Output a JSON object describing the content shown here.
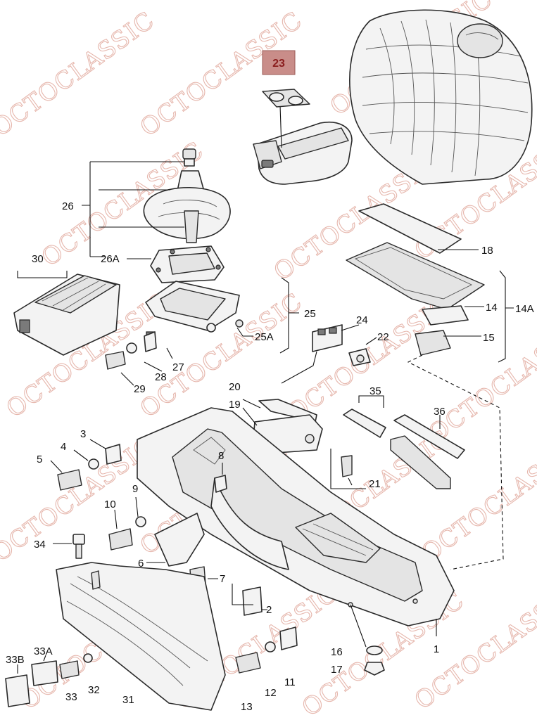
{
  "watermark": "OCTOCLASSIC",
  "highlighted_part": "23",
  "callouts": [
    "1",
    "2",
    "3",
    "4",
    "5",
    "6",
    "7",
    "8",
    "9",
    "10",
    "11",
    "12",
    "13",
    "14",
    "14A",
    "15",
    "16",
    "17",
    "18",
    "19",
    "20",
    "21",
    "22",
    "24",
    "25",
    "25A",
    "26",
    "26A",
    "27",
    "28",
    "29",
    "30",
    "31",
    "32",
    "33",
    "33A",
    "33B",
    "34",
    "35",
    "36"
  ],
  "colors": {
    "highlight_fill": "#c98d89",
    "highlight_text": "#8a1d1d",
    "watermark": "#e6b7ad",
    "line": "#2a2a2a"
  }
}
